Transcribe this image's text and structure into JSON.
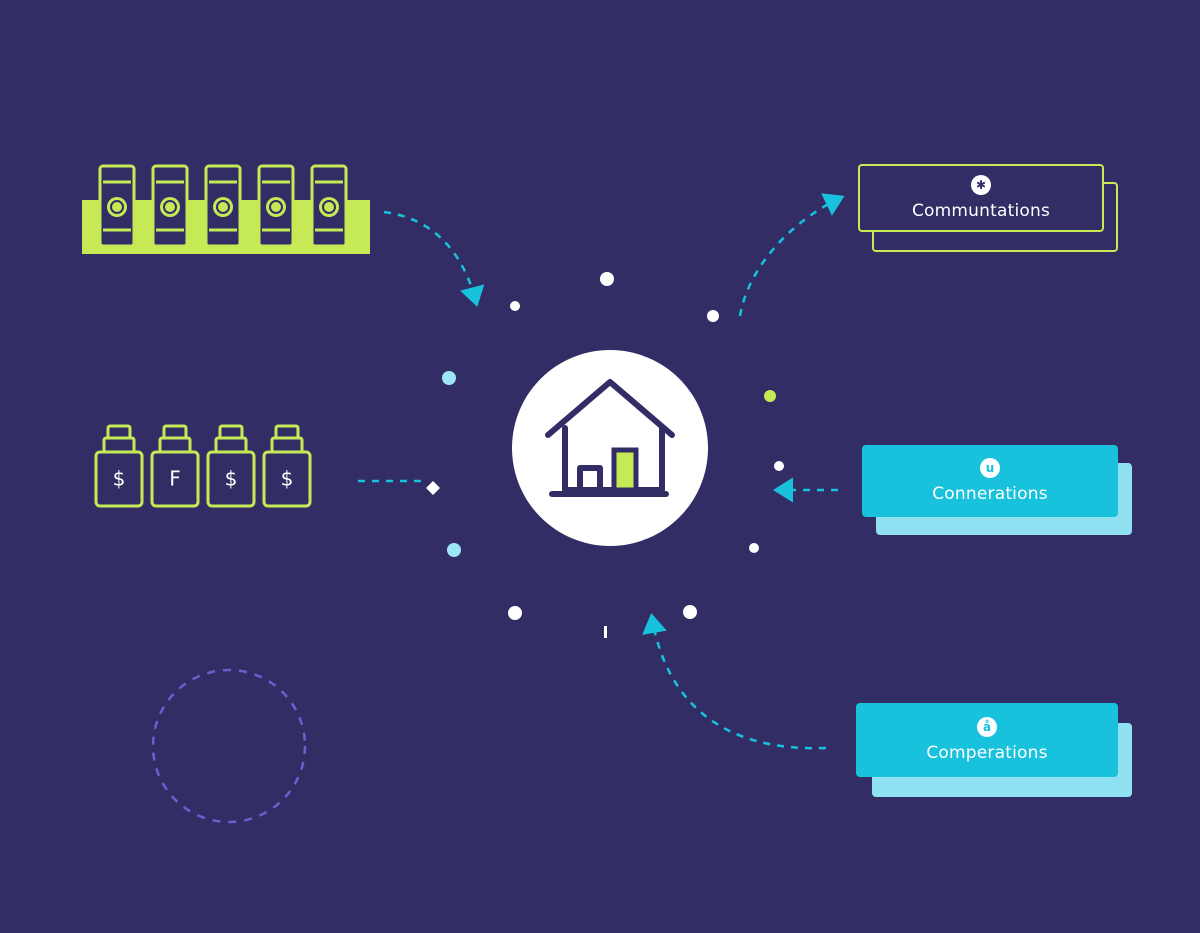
{
  "colors": {
    "background": "#332d66",
    "lime": "#c6ea55",
    "cyan": "#18c2dc",
    "cyan_light": "#8fe1f2",
    "white": "#ffffff",
    "ring": "#6b5fd0"
  },
  "left": {
    "coin_jars": {
      "count": 5,
      "icon": "coin-jar-icon"
    },
    "money_bags": {
      "icon": "money-bag-icon",
      "labels": [
        "$",
        "F",
        "$",
        "$"
      ]
    }
  },
  "center": {
    "icon": "house-icon"
  },
  "cards": [
    {
      "name": "communtations-card",
      "style": "outline",
      "icon": "gear-icon",
      "icon_glyph": "✱",
      "label": "Communtations"
    },
    {
      "name": "connerations-card",
      "style": "cyan",
      "icon": "link-icon",
      "icon_glyph": "u",
      "label": "Connerations"
    },
    {
      "name": "comperations-card",
      "style": "cyan",
      "icon": "person-icon",
      "icon_glyph": "å",
      "label": "Comperations"
    }
  ]
}
